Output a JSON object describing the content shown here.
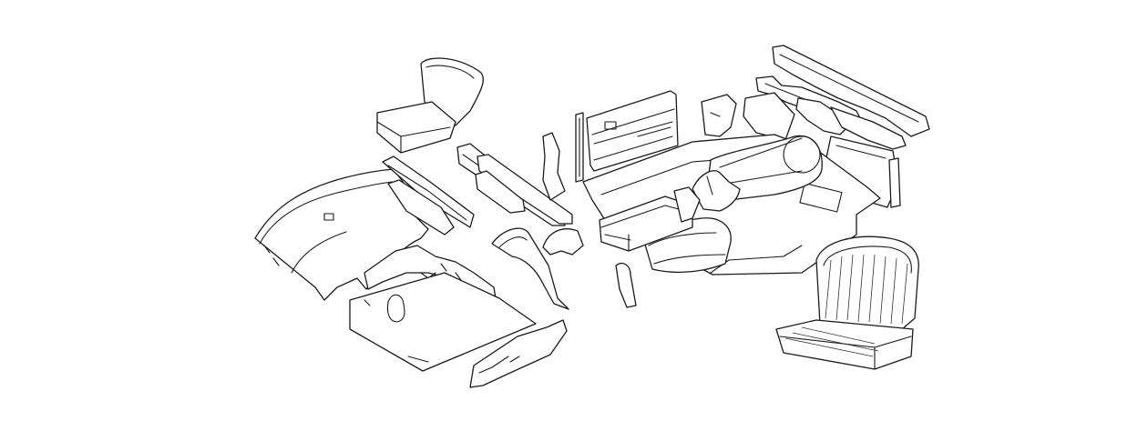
{
  "diagram": {
    "type": "exploded-view line drawing",
    "background_color": "#ffffff",
    "line_color": "#1a1a1a",
    "parts": [
      "rear-seat",
      "roof-headliner",
      "rear-parcel-shelf",
      "rear-side-panels",
      "rear-wheel-arch-covers",
      "b-pillar-trims",
      "door-card",
      "a-pillar-trims",
      "dashboard-panels",
      "floor-carpet",
      "transmission-tunnel-cover",
      "center-console-box",
      "handbrake-gaiter",
      "footwell-side-panel",
      "boot-floor-mat",
      "boot-side-liner",
      "front-seat"
    ]
  }
}
